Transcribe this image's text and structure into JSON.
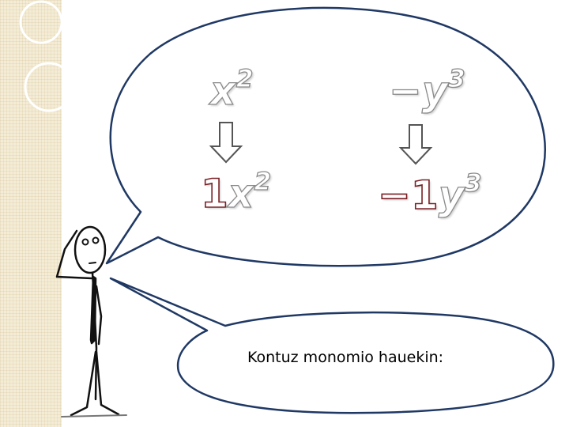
{
  "slide": {
    "term_a": {
      "variable": "x",
      "exponent": "2"
    },
    "term_b": {
      "sign": "−",
      "variable": "y",
      "exponent": "3"
    },
    "term_a_expanded": {
      "coefficient": "1",
      "variable": "x",
      "exponent": "2"
    },
    "term_b_expanded": {
      "coefficient": "−1",
      "variable": "y",
      "exponent": "3"
    },
    "caption": "Kontuz monomio hauekin:"
  },
  "colors": {
    "outline": "#8a8a8a",
    "coefficient_outline": "#7a1f24",
    "strip": "#f4ecd6",
    "bubble_border": "#1f3864"
  }
}
